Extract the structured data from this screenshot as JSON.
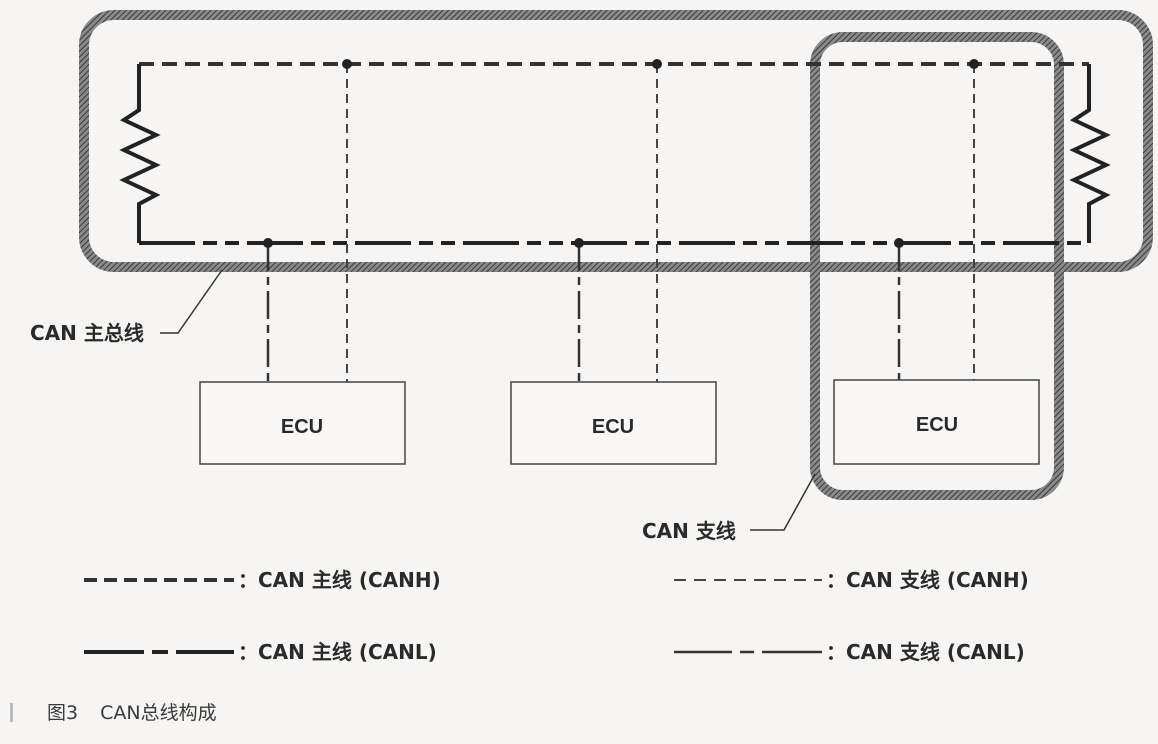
{
  "labels": {
    "main_bus": "CAN 主总线",
    "branch": "CAN 支线"
  },
  "ecus": [
    {
      "label": "ECU"
    },
    {
      "label": "ECU"
    },
    {
      "label": "ECU"
    }
  ],
  "legend": {
    "main_canh": "：CAN 主线 (CANH)",
    "main_canl": "：CAN 主线 (CANL)",
    "branch_canh": "：CAN 支线 (CANH)",
    "branch_canl": "：CAN 支线 (CANL)"
  },
  "caption": {
    "number": "图3",
    "title": "CAN总线构成"
  }
}
